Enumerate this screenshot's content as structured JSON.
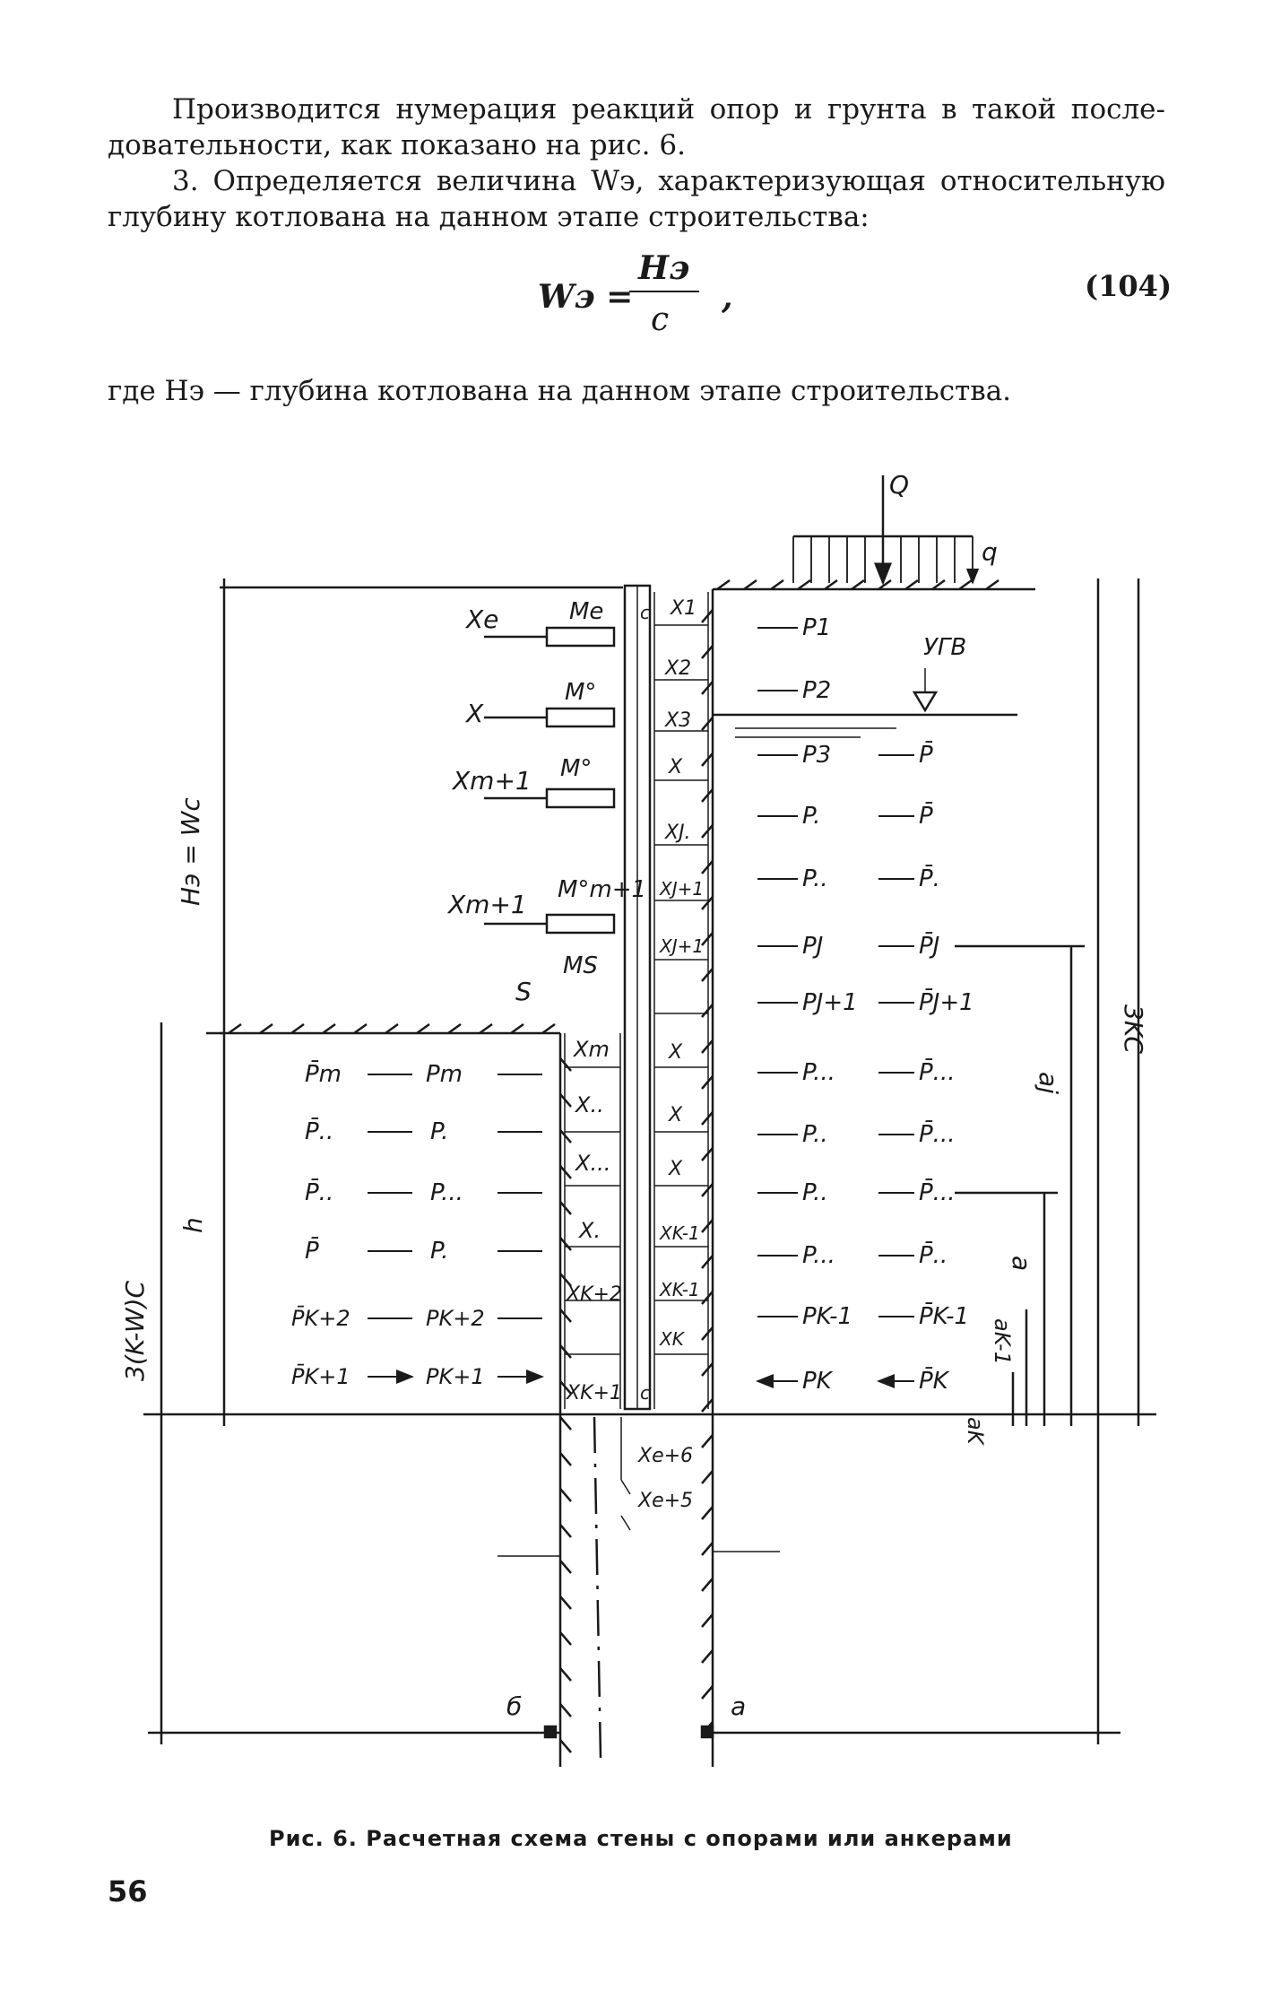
{
  "text": {
    "p1_l1": "Производится нумерация реакций опор и грунта в такой после-",
    "p1_l2": "довательности, как показано на рис. 6.",
    "p2_l1": "3. Определяется величина Wэ, характеризующая относительную",
    "p2_l2": "глубину котлована на данном этапе строительства:",
    "formula_lhs": "Wэ =",
    "formula_num": "Hэ",
    "formula_den": "c",
    "formula_comma": ",",
    "formula_number": "(104)",
    "where_line": "где Hэ — глубина котлована на данном этапе строительства."
  },
  "figure": {
    "load_Q": "Q",
    "load_q": "q",
    "ugv": "УГВ",
    "left_labels": [
      "Xe",
      "X",
      "Xm+1",
      "Xm+1",
      "S"
    ],
    "moments": [
      "Me",
      "M°",
      "M°",
      "M°m+1",
      "MS"
    ],
    "wall_left": [
      "Xm",
      "X..",
      "X...",
      "X.",
      "XK+2",
      "XK+1"
    ],
    "wall_right": [
      "X1",
      "X2",
      "X3",
      "X",
      "XJ.",
      "XJ+1",
      "XJ+1",
      "X",
      "X",
      "X",
      "XK-1",
      "XK-1",
      "XK"
    ],
    "below": [
      "Xe+6",
      "Xe+5"
    ],
    "c_labels": [
      "c",
      "c"
    ],
    "right_loads": [
      "P1",
      "P2",
      "P3",
      "P̄",
      "P.",
      "P̄",
      "P..",
      "P̄.",
      "PJ",
      "P̄J",
      "PJ+1",
      "P̄J+1",
      "P...",
      "P̄...",
      "P..",
      "P̄...",
      "P..",
      "P̄...",
      "P...",
      "P̄..",
      "PK-1",
      "P̄K-1",
      "PK",
      "P̄K"
    ],
    "left_loads": [
      "P̄m",
      "Pm",
      "P̄..",
      "P.",
      "P̄..",
      "P...",
      "P̄",
      "P.",
      "P̄K+2",
      "PK+2",
      "P̄K+1",
      "PK+1"
    ],
    "dim_left_top": "Hэ = Wc",
    "dim_h": "h",
    "dim_left_bottom": "3(K-W)C",
    "dim_right": "3KC",
    "dim_aj": "aj",
    "dim_a": "a",
    "dim_ak1": "aK-1",
    "dim_ak": "aK",
    "point_b": "б",
    "point_a": "a"
  },
  "caption": "Рис. 6. Расчетная схема стены с опорами или анкерами",
  "page_number": "56"
}
